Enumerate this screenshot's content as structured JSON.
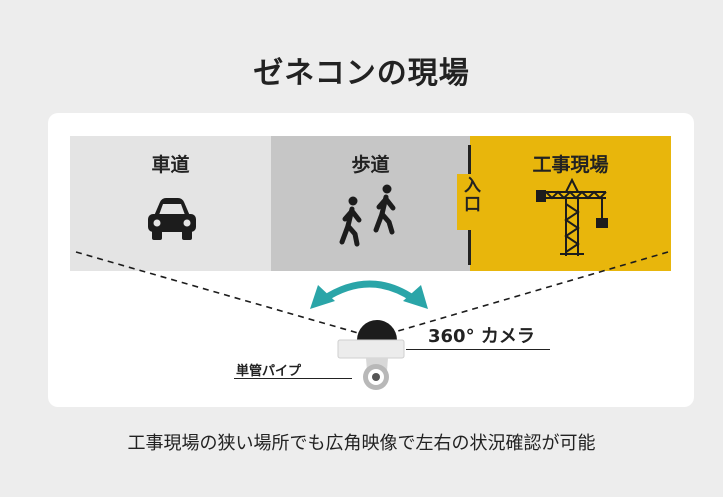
{
  "title": "ゼネコンの現場",
  "zones": {
    "road": {
      "label": "車道",
      "icon": "car-icon",
      "color": "#e4e4e4"
    },
    "walkway": {
      "label": "歩道",
      "icon": "pedestrians-icon",
      "color": "#c6c6c6"
    },
    "site": {
      "label": "工事現場",
      "icon": "crane-icon",
      "color": "#e8b60c"
    }
  },
  "entry_label": "入口",
  "camera": {
    "label": "360° カメラ",
    "icon": "dome-camera-icon",
    "arrow_color": "#2aa5a8"
  },
  "pipe": {
    "label": "単管パイプ"
  },
  "caption": "工事現場の狭い場所でも広角映像で左右の状況確認が可能"
}
